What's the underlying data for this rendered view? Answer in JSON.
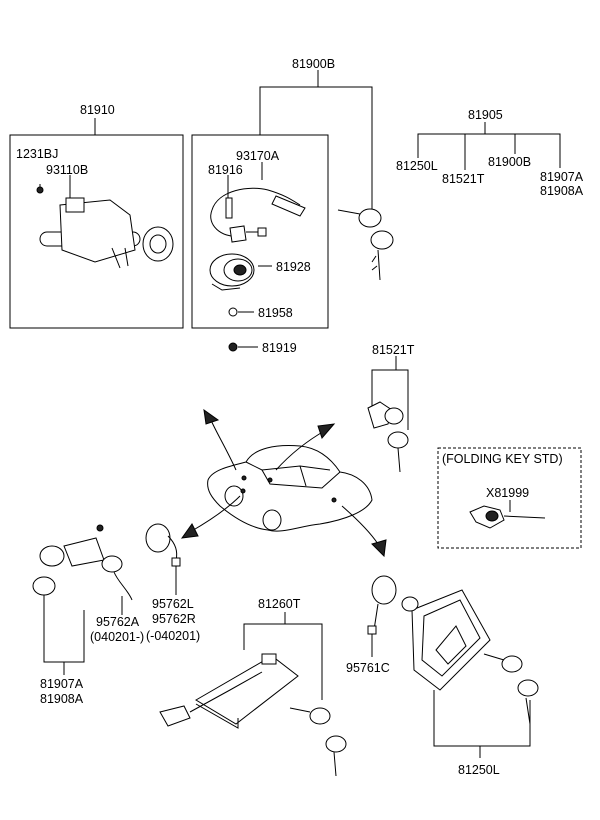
{
  "labels": {
    "p81910": "81910",
    "p1231BJ": "1231BJ",
    "p93110B": "93110B",
    "p81900B_top": "81900B",
    "p93170A": "93170A",
    "p81916": "81916",
    "p81928": "81928",
    "p81958": "81958",
    "p81919": "81919",
    "p81905": "81905",
    "p81250L_a": "81250L",
    "p81521T_a": "81521T",
    "p81900B_b": "81900B",
    "p81907A_a": "81907A",
    "p81908A_a": "81908A",
    "p81521T_b": "81521T",
    "folding_key": "(FOLDING KEY STD)",
    "pX81999": "X81999",
    "p95762L": "95762L",
    "p95762R": "95762R",
    "p040201a": "(-040201)",
    "p95762A": "95762A",
    "p040201b": "(040201-)",
    "p81907A_b": "81907A",
    "p81908A_b": "81908A",
    "p81260T": "81260T",
    "p95761C": "95761C",
    "p81250L_b": "81250L"
  }
}
